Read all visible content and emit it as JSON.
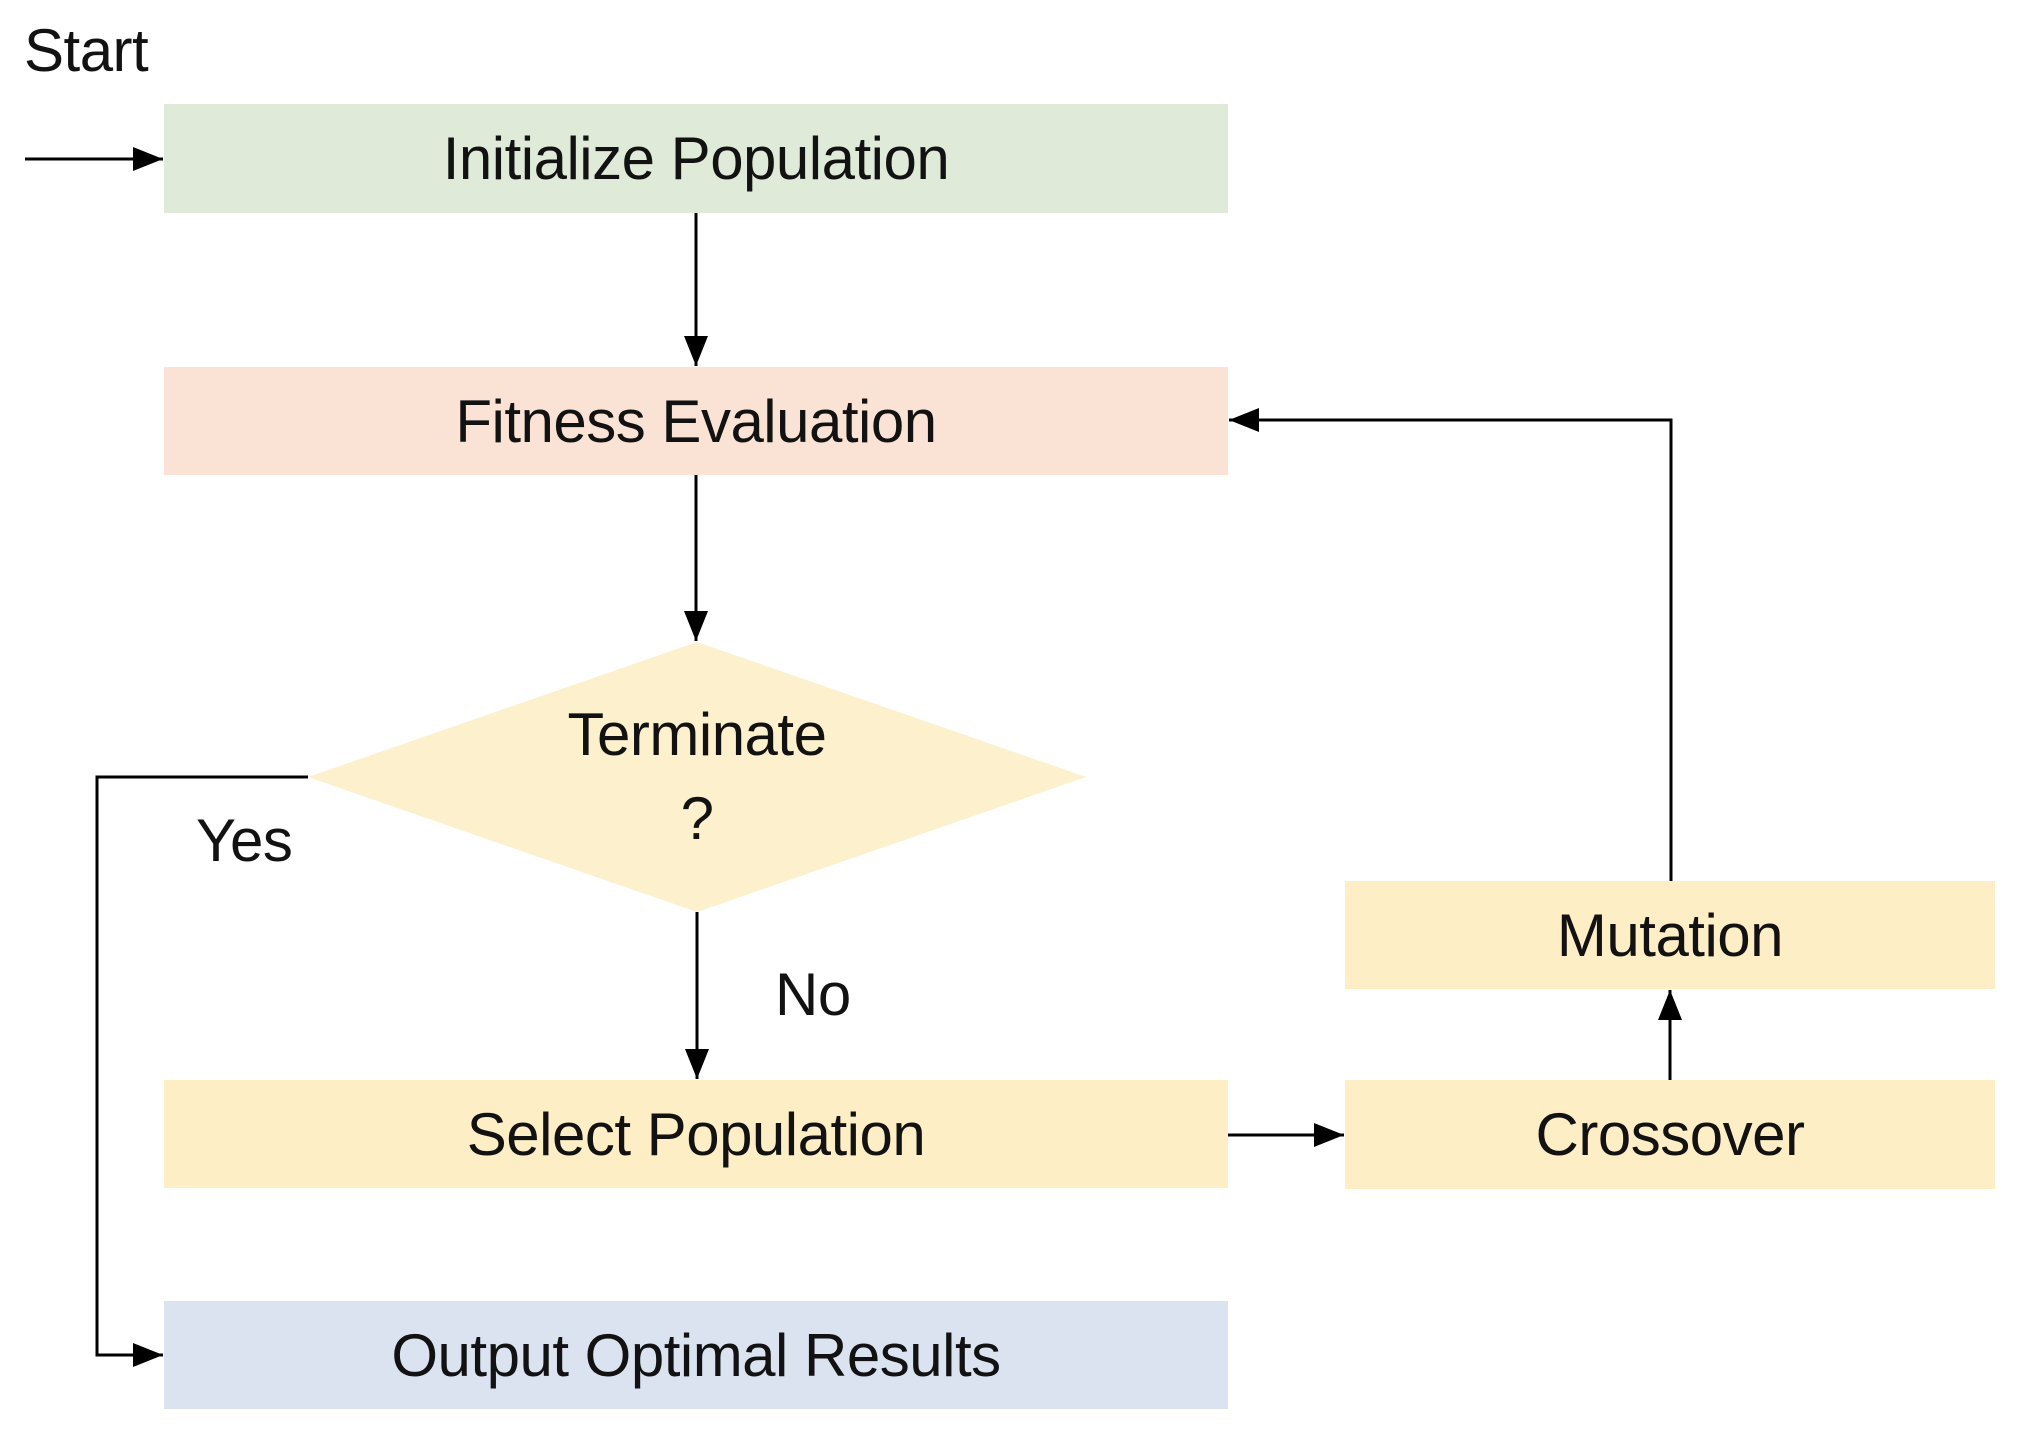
{
  "labels": {
    "start": "Start",
    "yes": "Yes",
    "no": "No"
  },
  "nodes": {
    "initialize": {
      "label": "Initialize Population",
      "fill": "#dfead8"
    },
    "fitness": {
      "label": "Fitness Evaluation",
      "fill": "#fae3d5"
    },
    "terminate": {
      "line1": "Terminate",
      "line2": "?",
      "fill": "#fdf0cd"
    },
    "select": {
      "label": "Select Population",
      "fill": "#fdeec6"
    },
    "crossover": {
      "label": "Crossover",
      "fill": "#fdeec6"
    },
    "mutation": {
      "label": "Mutation",
      "fill": "#fdeec6"
    },
    "output": {
      "label": "Output Optimal Results",
      "fill": "#dbe3f1"
    }
  },
  "colors": {
    "edge_line": "#000000",
    "text": "#121212",
    "background": "#ffffff"
  }
}
